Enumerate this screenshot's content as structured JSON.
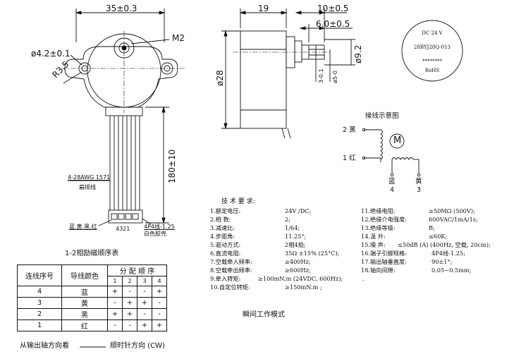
{
  "front_view": {
    "width_dim": "35±0.3",
    "hole_dim": "ø4.2±0.1",
    "radius_dim": "R3.5",
    "thread_label": "M2",
    "lead_length_dim": "180±10",
    "cable_label": "4-28AWG 1571",
    "cable_sub": "扁排线",
    "colors_label": "蓝.黄.黑.红",
    "connector_pins": "4321",
    "connector_label": "4P4线-1.25",
    "connector_sub": "白色胶壳"
  },
  "side_view": {
    "body_depth_dim": "19",
    "shaft_len_dim": "10±0.5",
    "flat_len_dim": "6.0±0.5",
    "body_dia_dim": "ø28",
    "shaft_dia_a": "3-0.1",
    "shaft_dia_b": "ø5-0",
    "flat_dim": "ø9.2"
  },
  "label_disc": {
    "line1": "DC 24 V",
    "line2": "28BYJ28Q-013",
    "line3": "********",
    "line4": "RoHS"
  },
  "wiring": {
    "title": "接线示意图",
    "wire_black": "2 黑",
    "wire_red": "1 红",
    "motor_label": "M",
    "wire_blue": "蓝",
    "wire_blue_num": "4",
    "wire_yellow": "黄",
    "wire_yellow_num": "3"
  },
  "specs": {
    "title": "技 术 要 求:",
    "left": [
      {
        "label": "1.额定电压:",
        "value": "24V /DC;"
      },
      {
        "label": "2.相    数:",
        "value": "2;"
      },
      {
        "label": "3.减速比:",
        "value": "1/64;"
      },
      {
        "label": "4.步距角:",
        "value": "11.25°;"
      },
      {
        "label": "5.驱动方式:",
        "value": "2相4拍;"
      },
      {
        "label": "6.直流电阻:",
        "value": "35Ω ±15% (25°C);"
      },
      {
        "label": "7.空载牵入频率:",
        "value": "≥400Hz;"
      },
      {
        "label": "8.空载牵出频率:",
        "value": "≥600Hz;"
      },
      {
        "label": "9.牵入转矩:",
        "value": "≥100mN.m (24VDC, 600Hz);"
      },
      {
        "label": "10.自定位转矩:",
        "value": "≥150mN.m ;"
      }
    ],
    "right": [
      {
        "label": "11.绝缘电阻:",
        "value": "≥50MΩ (500V);"
      },
      {
        "label": "12.绝缘介电强度:",
        "value": "600VAC/1mA/1s;"
      },
      {
        "label": "13.绝缘等级:",
        "value": "B;"
      },
      {
        "label": "14.温    升:",
        "value": "≤60K;"
      },
      {
        "label": "15.噪 声:",
        "value": "≤50dB (A) (400Hz, 空载, 20cm);"
      },
      {
        "label": "16.端子引脚规格:",
        "value": "4P4线-1.25;"
      },
      {
        "label": "17.输出轴垂直度:",
        "value": "90±1°;"
      },
      {
        "label": "18.轴向间隙:",
        "value": "0.05~0.5mm;"
      }
    ],
    "dot": "."
  },
  "sequence_table": {
    "title": "1-2相励磁顺序表",
    "col_seq": "连线序号",
    "col_color": "导线颜色",
    "col_steps": "分 配 顺 序",
    "steps": [
      "1",
      "2",
      "3",
      "4"
    ],
    "rows": [
      {
        "seq": "4",
        "color": "蓝",
        "s": [
          "+",
          "-",
          "-",
          "+"
        ]
      },
      {
        "seq": "3",
        "color": "黄",
        "s": [
          "-",
          "+",
          "+",
          "-"
        ]
      },
      {
        "seq": "2",
        "color": "黑",
        "s": [
          "+",
          "+",
          "-",
          "-"
        ]
      },
      {
        "seq": "1",
        "color": "红",
        "s": [
          "-",
          "-",
          "+",
          "+"
        ]
      }
    ]
  },
  "mode_label": "瞬间工作模式",
  "footer": {
    "left": "从输出轴方向看",
    "right": "顺时针方向 (CW)"
  }
}
